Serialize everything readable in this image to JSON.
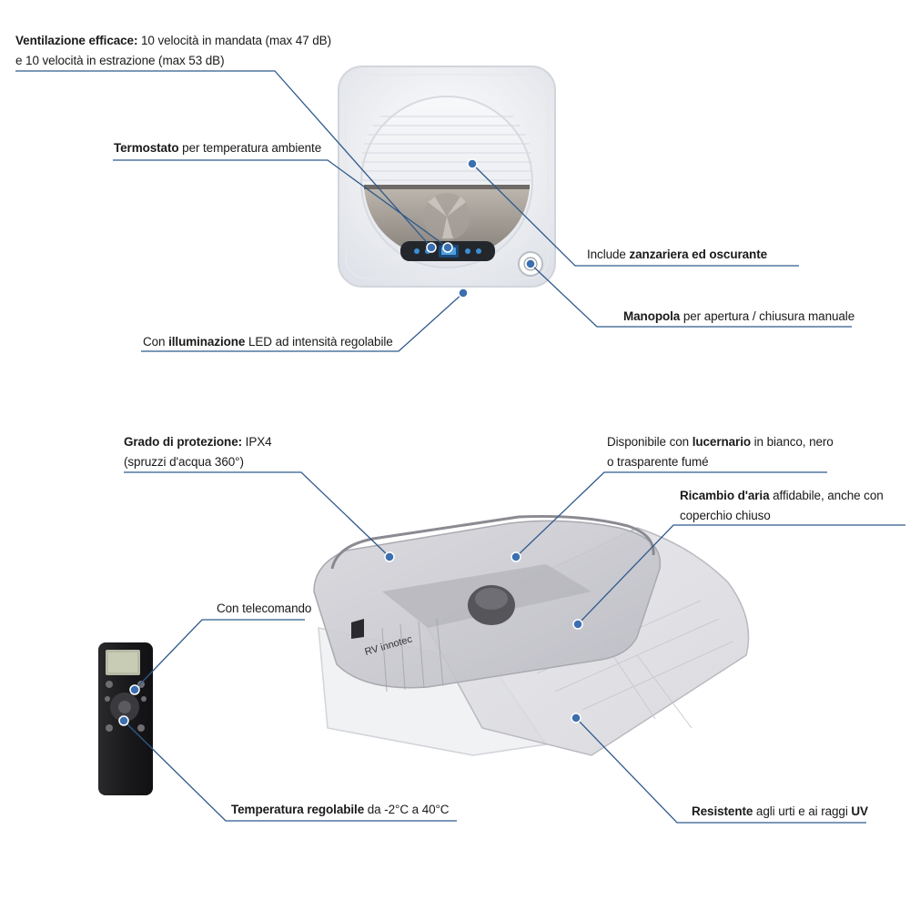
{
  "colors": {
    "leader_line": "#2f5a8c",
    "dot": "#3b6fb0",
    "text": "#1a1a1a",
    "housing": "#eceef2",
    "smoke_cover": "#c9c9cf",
    "remote": "#1c1c1e"
  },
  "product": {
    "brand_text": "RV innotec"
  },
  "callouts": {
    "ventilazione": {
      "bold": "Ventilazione efficace:",
      "rest": " 10 velocità in mandata (max 47 dB)",
      "line2": "e 10 velocità in estrazione (max 53 dB)"
    },
    "termostato": {
      "bold": "Termostato",
      "rest": " per temperatura ambiente"
    },
    "zanzariera": {
      "pre": "Include ",
      "bold": "zanzariera ed oscurante"
    },
    "manopola": {
      "bold": "Manopola",
      "rest": " per apertura / chiusura manuale"
    },
    "illuminazione": {
      "pre": "Con ",
      "bold": "illuminazione",
      "rest": " LED ad intensità regolabile"
    },
    "protezione": {
      "bold": "Grado di protezione:",
      "rest": " IPX4",
      "line2": "(spruzzi d'acqua 360°)"
    },
    "lucernario": {
      "pre": "Disponibile con ",
      "bold": "lucernario",
      "rest": " in bianco, nero",
      "line2": "o trasparente fumé"
    },
    "ricambio": {
      "bold": "Ricambio d'aria",
      "rest": " affidabile, anche con",
      "line2": "coperchio chiuso"
    },
    "telecomando": {
      "text": "Con telecomando"
    },
    "temperatura": {
      "bold": "Temperatura regolabile",
      "rest": " da -2°C a 40°C"
    },
    "resistente": {
      "bold": "Resistente",
      "rest": " agli urti e ai raggi ",
      "bold2": "UV"
    }
  }
}
